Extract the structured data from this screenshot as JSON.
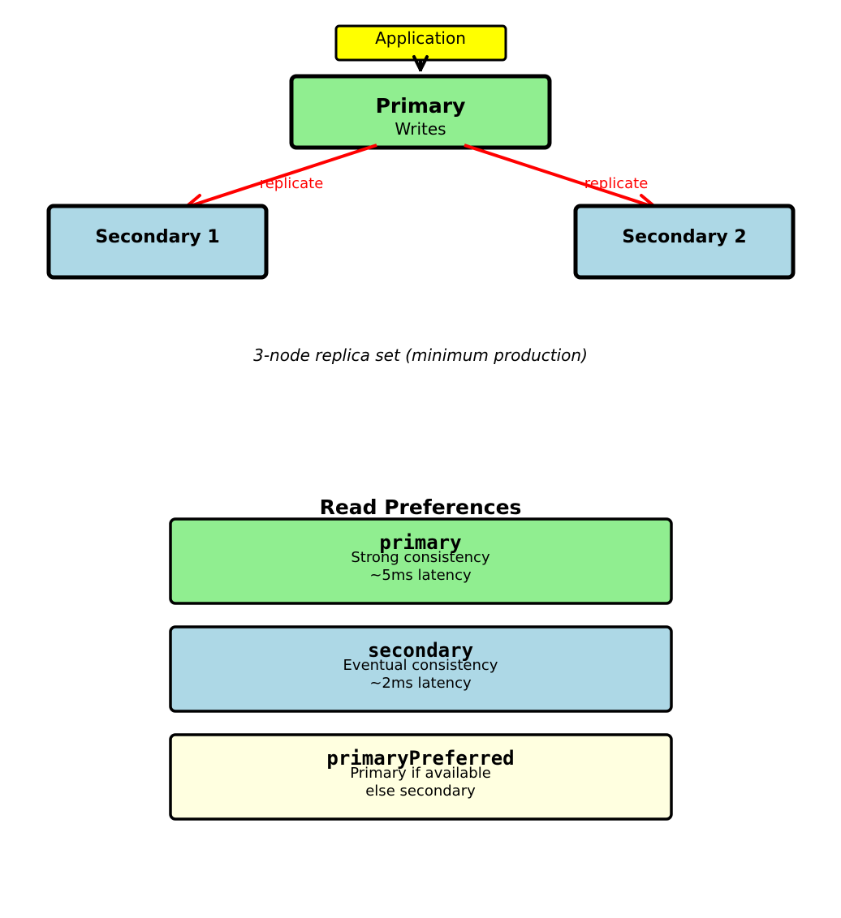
{
  "topology": {
    "application": {
      "label": "Application",
      "color": "#ffff00"
    },
    "primary": {
      "title": "Primary",
      "subtitle": "Writes",
      "color": "#90ee90"
    },
    "secondary_1": {
      "title": "Secondary 1",
      "color": "#add8e6"
    },
    "secondary_2": {
      "title": "Secondary 2",
      "color": "#add8e6"
    },
    "replicate_label_left": "replicate",
    "replicate_label_right": "replicate",
    "replication_color": "#ff0000",
    "caption": "3-node replica set (minimum production)"
  },
  "read_preferences": {
    "heading": "Read Preferences",
    "items": [
      {
        "name": "primary",
        "line1": "Strong consistency",
        "line2": "~5ms latency",
        "color": "#90ee90"
      },
      {
        "name": "secondary",
        "line1": "Eventual consistency",
        "line2": "~2ms latency",
        "color": "#add8e6"
      },
      {
        "name": "primaryPreferred",
        "line1": "Primary if available",
        "line2": "else secondary",
        "color": "#ffffe0"
      }
    ]
  }
}
